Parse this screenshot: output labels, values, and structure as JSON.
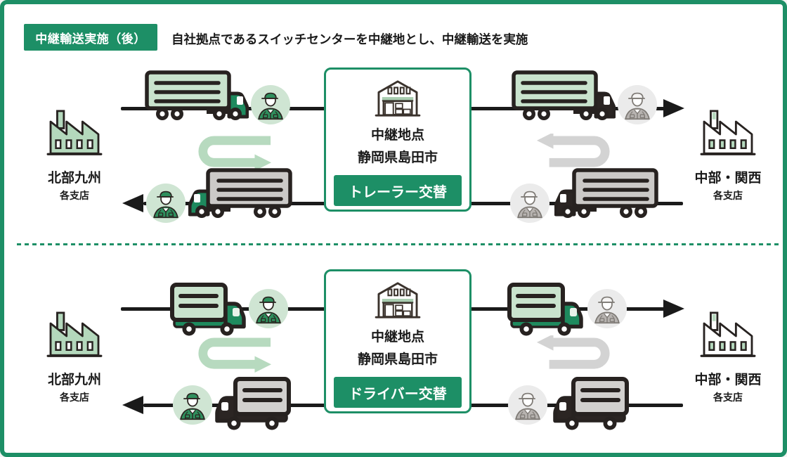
{
  "badge": {
    "label": "中継輸送実施（後）"
  },
  "header": {
    "title": "自社拠点であるスイッチセンターを中継地とし、中継輸送を実施"
  },
  "panels": [
    {
      "name": "trailer-swap",
      "left": {
        "region": "北部九州",
        "branches": "各支店"
      },
      "right": {
        "region": "中部・関西",
        "branches": "各支店"
      },
      "hub": {
        "title": "中継地点",
        "location": "静岡県島田市",
        "swap_label": "トレーラー交替"
      }
    },
    {
      "name": "driver-swap",
      "left": {
        "region": "北部九州",
        "branches": "各支店"
      },
      "right": {
        "region": "中部・関西",
        "branches": "各支店"
      },
      "hub": {
        "title": "中継地点",
        "location": "静岡県島田市",
        "swap_label": "ドライバー交替"
      }
    }
  ],
  "icons": {
    "factory": "factory-icon",
    "warehouse": "warehouse-icon",
    "driver_green": "driver-avatar-green-icon",
    "driver_gray": "driver-avatar-gray-icon",
    "trailer_truck": "trailer-truck-icon",
    "box_truck": "box-truck-icon",
    "u_turn_green": "u-turn-arrow-green-icon",
    "u_turn_gray": "u-turn-arrow-gray-icon",
    "route_arrow": "direction-arrow-icon"
  },
  "colors": {
    "brand_green": "#1d8f66",
    "cab_green": "#1e8a5e",
    "body_light_green": "#c9e3cd",
    "factory_green": "#b4d8bc",
    "avatar_green_bg": "#cfe5d3",
    "uniform_green": "#2f8f5d",
    "u_turn_green": "#b7dabf",
    "body_gray": "#cbc9c7",
    "avatar_gray_bg": "#ebebeb",
    "uniform_gray": "#b7b3b0",
    "u_turn_gray": "#d3d3d3",
    "cab_black": "#2b2523",
    "line_black": "#1a1a1a",
    "outline_dark": "#272220"
  }
}
